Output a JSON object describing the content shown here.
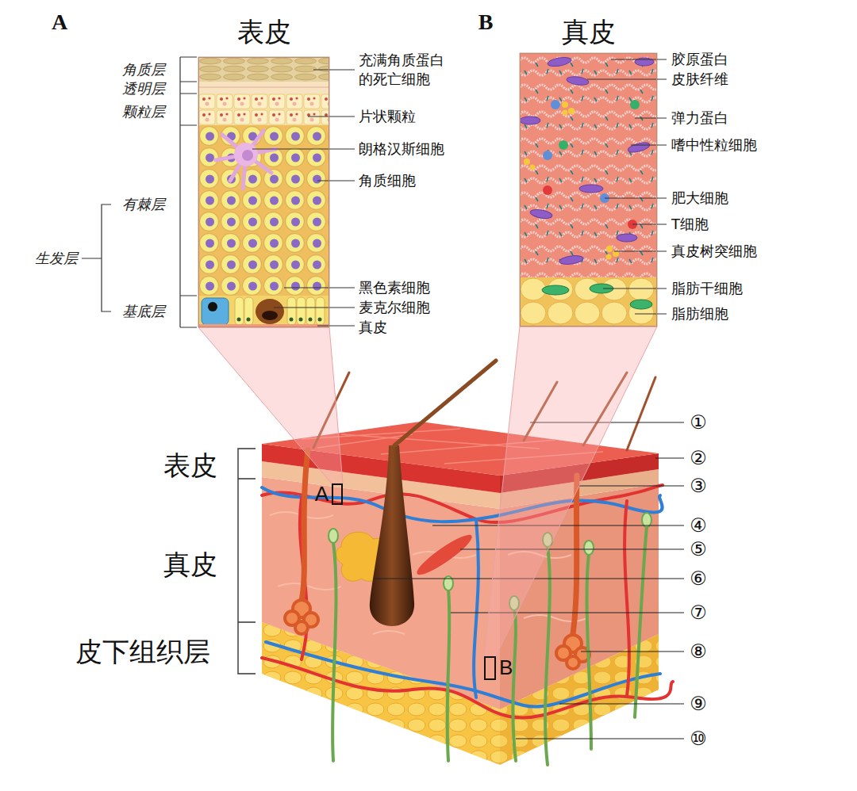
{
  "diagram": {
    "nodes": [
      {
        "text": [
          "表皮"
        ]
      },
      {
        "text": [
          "真皮"
        ]
      },
      {
        "text": [
          "A"
        ]
      },
      {
        "text": [
          "B"
        ]
      }
    ],
    "edges": [
      {
        "from": 2,
        "to": 0,
        "arrow": "none"
      },
      {
        "from": 3,
        "to": 1,
        "arrow": "none"
      }
    ],
    "labels": [
      "A",
      "B",
      "角质层",
      "透明层",
      "颗粒层",
      "有棘层",
      "生发层",
      "基底层",
      "充满角质蛋白 的死亡细胞",
      "片状颗粒",
      "朗格汉斯细胞",
      "角质细胞",
      "黑色素细胞",
      "麦克尔细胞",
      "真皮",
      "胶原蛋白",
      "皮肤纤维",
      "弹力蛋白",
      "嗜中性粒细胞",
      "肥大细胞",
      "T细胞",
      "真皮树突细胞",
      "脂肪干细胞",
      "脂肪细胞",
      "表皮",
      "真皮",
      "皮下组织层",
      "①",
      "②",
      "③",
      "④",
      "⑤",
      "⑥",
      "⑦",
      "⑧",
      "⑨",
      "⑩"
    ]
  }
}
